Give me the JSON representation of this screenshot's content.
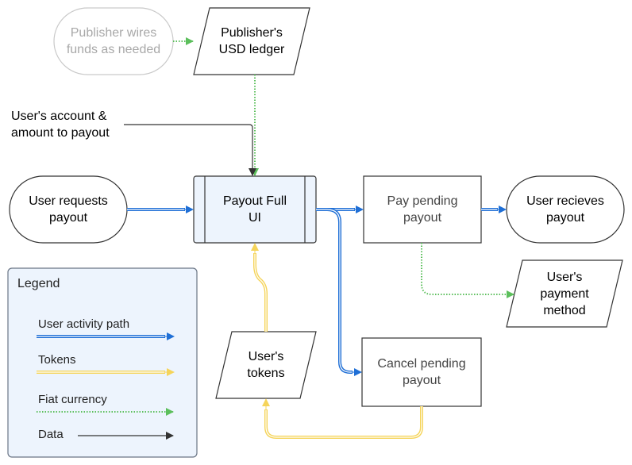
{
  "nodes": {
    "publisher_wires": [
      "Publisher wires",
      "funds as needed"
    ],
    "usd_ledger": [
      "Publisher's",
      "USD ledger"
    ],
    "user_requests": [
      "User requests",
      "payout"
    ],
    "payout_ui": [
      "Payout Full",
      "UI"
    ],
    "pay_pending": [
      "Pay pending",
      "payout"
    ],
    "user_receives": [
      "User recieves",
      "payout"
    ],
    "payment_method": [
      "User's",
      "payment",
      "method"
    ],
    "user_tokens": [
      "User's",
      "tokens"
    ],
    "cancel_pending": [
      "Cancel pending",
      "payout"
    ]
  },
  "annotations": {
    "account_amount": [
      "User's account &",
      "amount to payout"
    ]
  },
  "legend": {
    "title": "Legend",
    "items": [
      "User activity path",
      "Tokens",
      "Fiat currency",
      "Data"
    ]
  },
  "colors": {
    "activity": "#1f6fd6",
    "tokens": "#f5d45a",
    "fiat": "#5cbf5c",
    "data": "#333333",
    "legend_bg": "#edf4fd",
    "ui_bg": "#edf4fd",
    "faded": "#a8a8a8"
  }
}
